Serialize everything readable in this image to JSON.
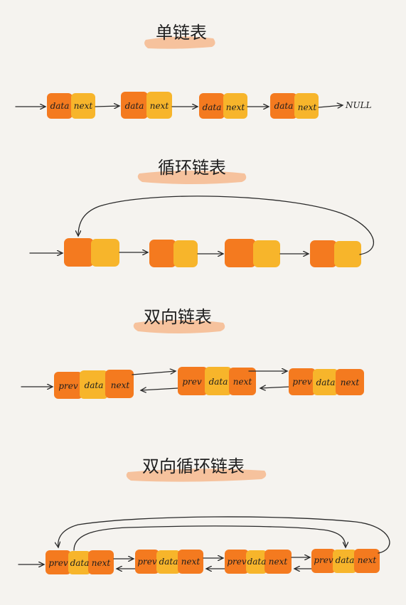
{
  "titles": {
    "singly": "单链表",
    "circular": "循环链表",
    "doubly": "双向链表",
    "doubly_circular": "双向循环链表"
  },
  "labels": {
    "data": "data",
    "next": "next",
    "prev": "prev",
    "null": "NULL"
  },
  "colors": {
    "dark_orange": "#f47a1f",
    "light_orange": "#f7b52b",
    "highlight": "#f6b182",
    "background": "#f5f3ef"
  }
}
